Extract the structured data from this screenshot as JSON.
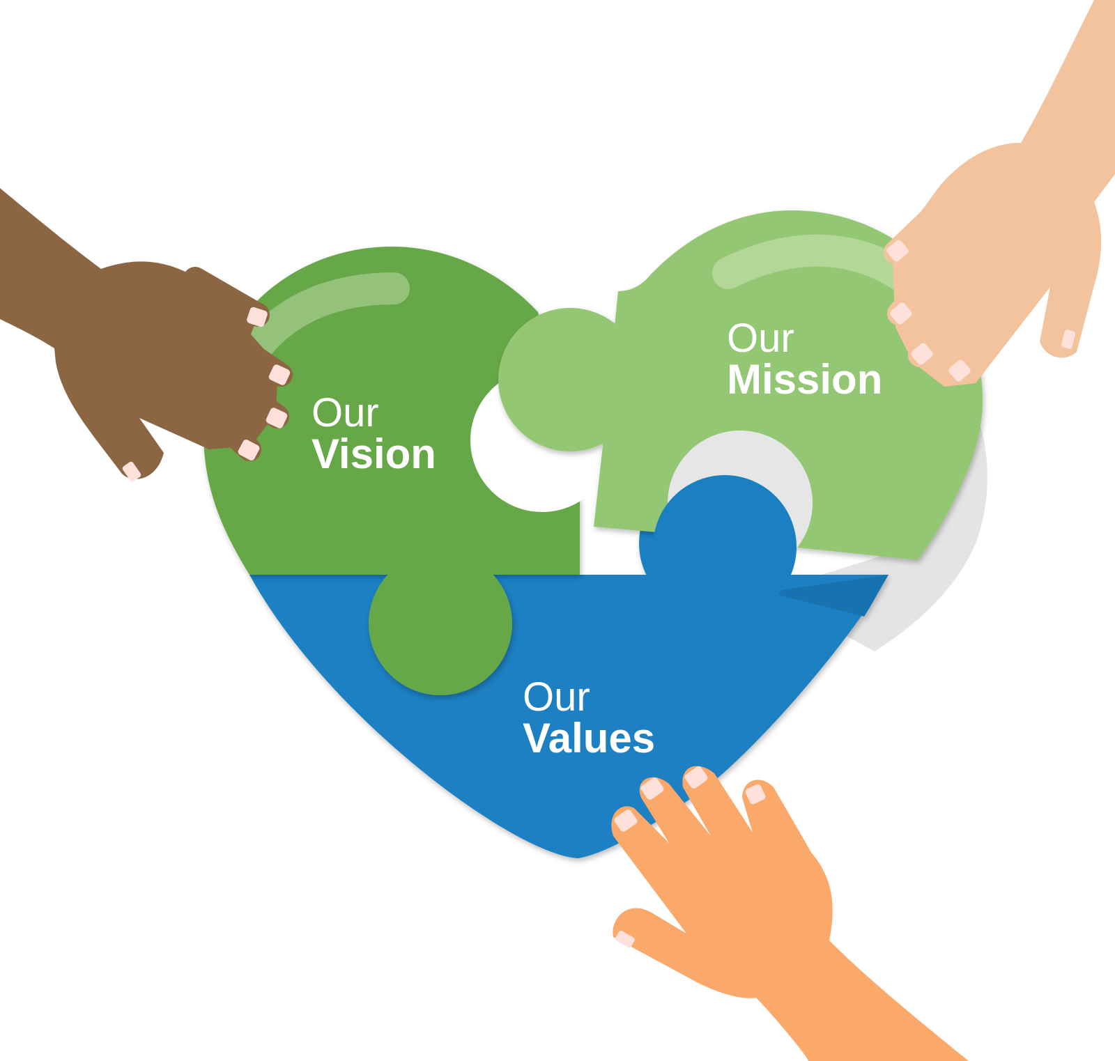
{
  "pieces": {
    "vision": {
      "line1": "Our",
      "line2": "Vision"
    },
    "mission": {
      "line1": "Our",
      "line2": "Mission"
    },
    "values": {
      "line1": "Our",
      "line2": "Values"
    }
  },
  "colors": {
    "vision": "#66A846",
    "mission": "#93C773",
    "values": "#1A80C2",
    "hand_brown": "#8C6642",
    "hand_peach": "#F3C39D",
    "hand_orange": "#FBA96A",
    "nail": "#FDE1DA"
  }
}
